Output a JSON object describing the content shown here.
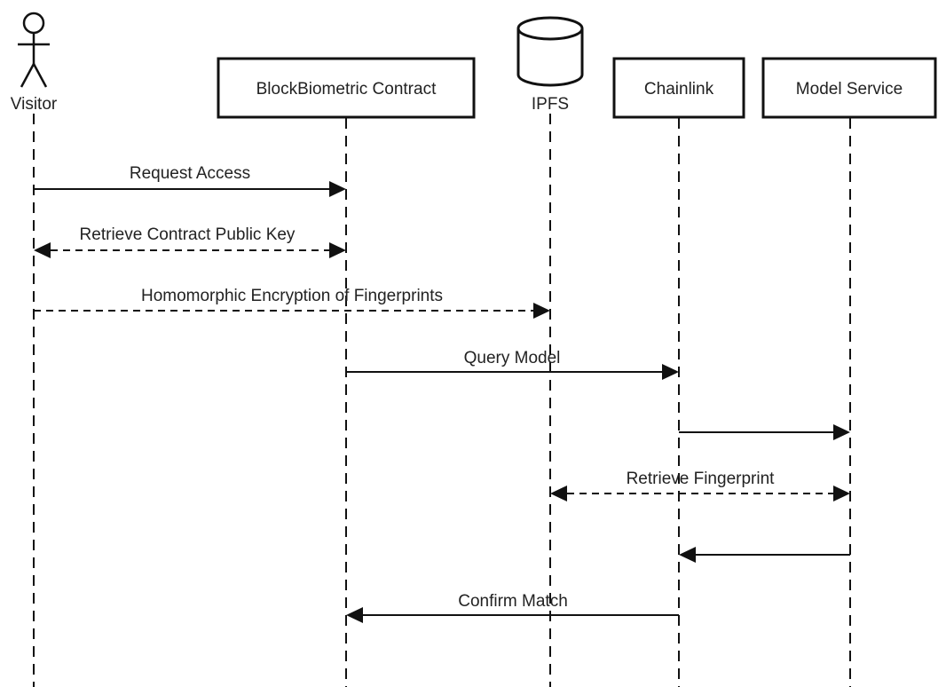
{
  "participants": {
    "visitor": {
      "label": "Visitor",
      "kind": "actor",
      "icon": "person-icon"
    },
    "contract": {
      "label": "BlockBiometric Contract",
      "kind": "box"
    },
    "ipfs": {
      "label": "IPFS",
      "kind": "database",
      "icon": "database-icon"
    },
    "chainlink": {
      "label": "Chainlink",
      "kind": "box"
    },
    "model": {
      "label": "Model Service",
      "kind": "box"
    }
  },
  "messages": [
    {
      "label": "Request Access",
      "from": "visitor",
      "to": "contract",
      "style": "solid",
      "heads": "end"
    },
    {
      "label": "Retrieve Contract Public Key",
      "from": "visitor",
      "to": "contract",
      "style": "dashed",
      "heads": "both"
    },
    {
      "label": "Homomorphic Encryption of Fingerprints",
      "from": "visitor",
      "to": "ipfs",
      "style": "dashed",
      "heads": "end"
    },
    {
      "label": "Query Model",
      "from": "contract",
      "to": "chainlink",
      "style": "solid",
      "heads": "end"
    },
    {
      "label": "",
      "from": "chainlink",
      "to": "model",
      "style": "solid",
      "heads": "end"
    },
    {
      "label": "Retrieve Fingerprint",
      "from": "ipfs",
      "to": "model",
      "style": "dashed",
      "heads": "both"
    },
    {
      "label": "",
      "from": "model",
      "to": "chainlink",
      "style": "solid",
      "heads": "end"
    },
    {
      "label": "Confirm Match",
      "from": "chainlink",
      "to": "contract",
      "style": "solid",
      "heads": "end"
    }
  ]
}
